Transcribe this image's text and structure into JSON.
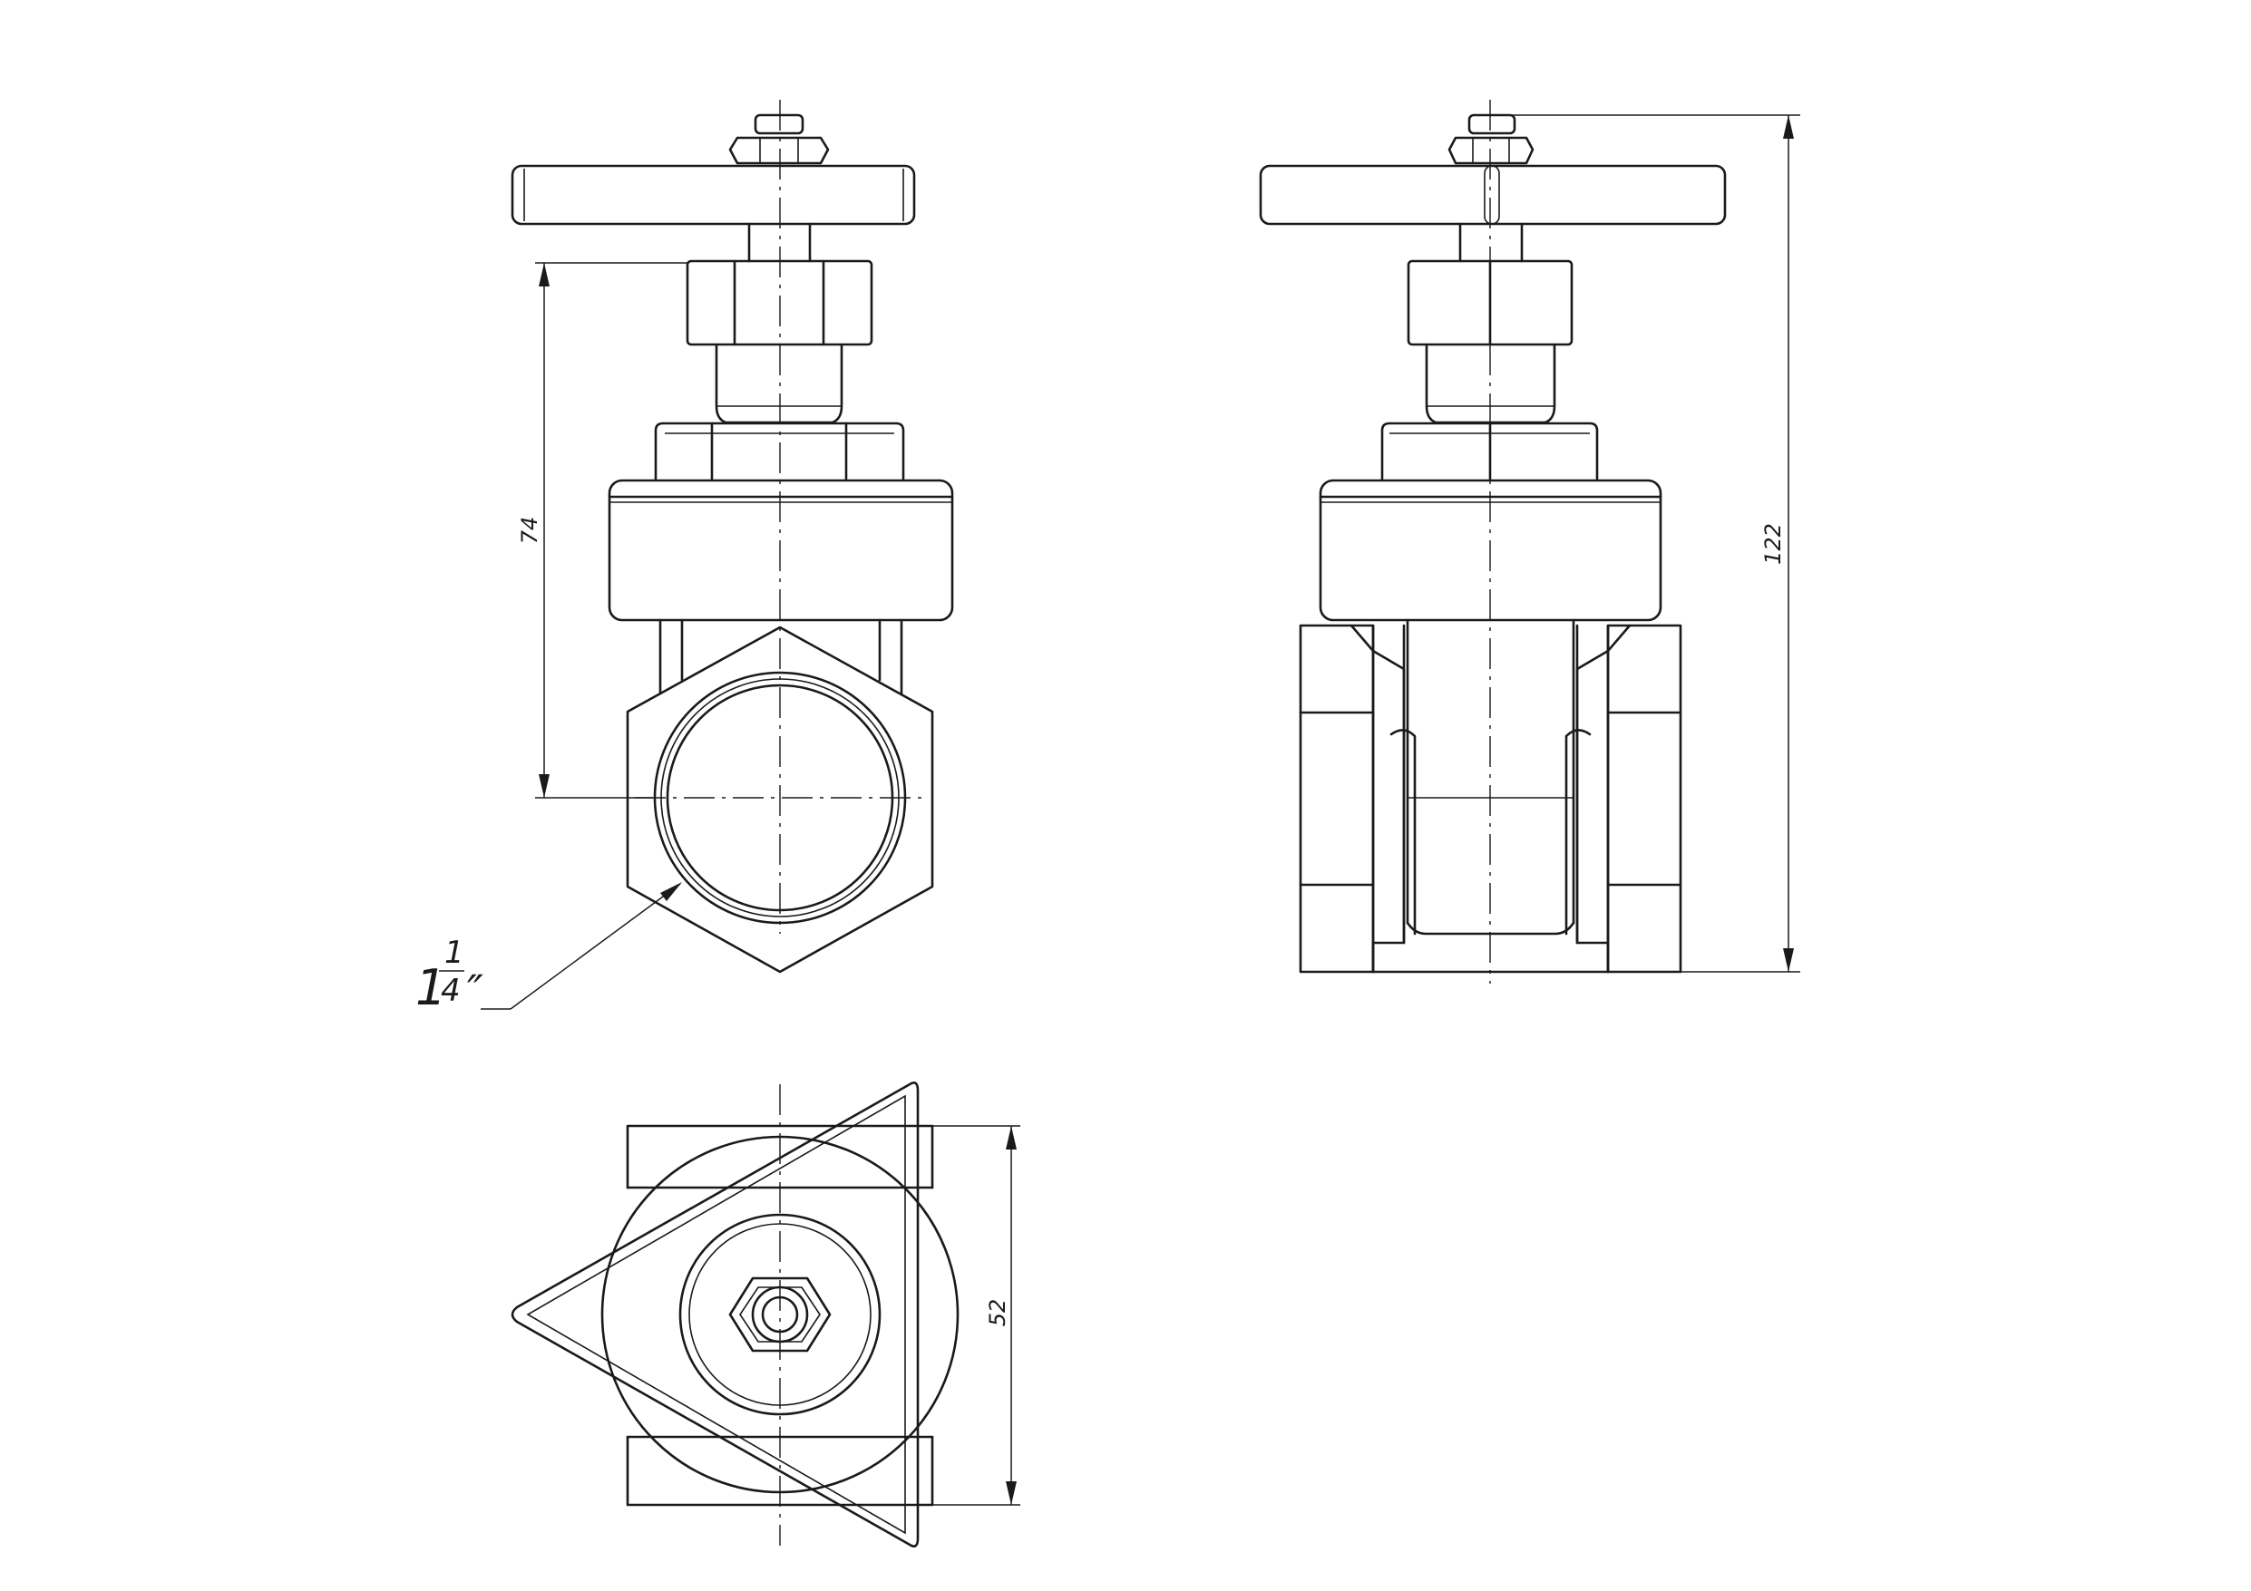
{
  "dimensions": {
    "front_height": "74",
    "side_height": "122",
    "top_width": "52"
  },
  "thread": {
    "whole": "1",
    "numerator": "1",
    "denominator": "4",
    "inch_mark": "″"
  }
}
